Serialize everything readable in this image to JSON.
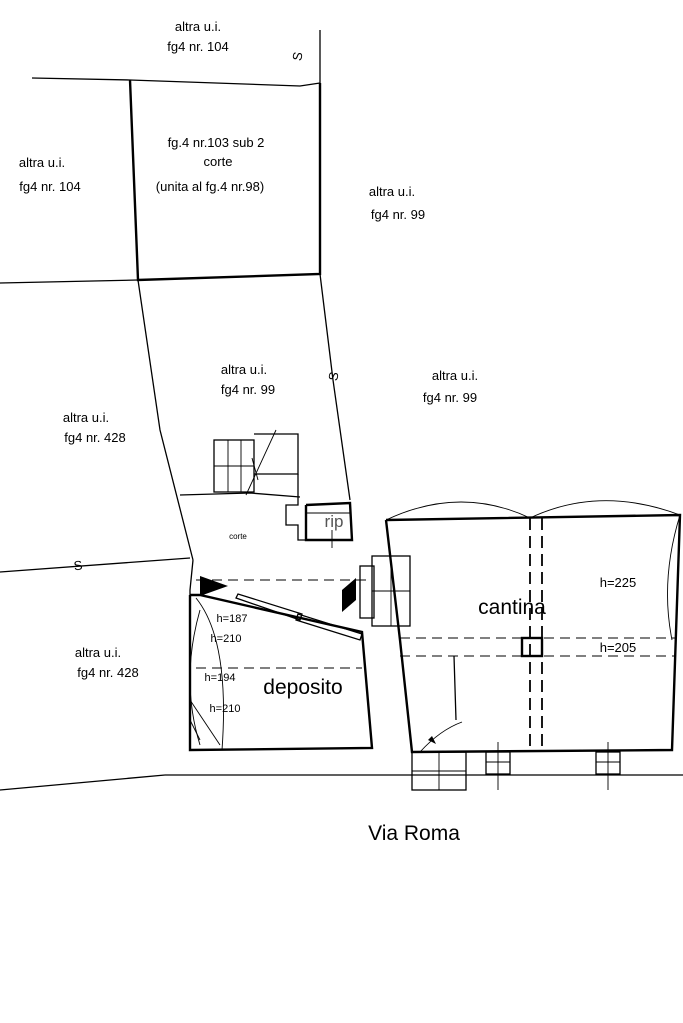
{
  "parcels": {
    "top": {
      "line1": "altra u.i.",
      "line2": "fg4 nr. 104"
    },
    "left_top": {
      "line1": "altra u.i.",
      "line2": "fg4 nr. 104"
    },
    "corte_103": {
      "line1": "fg.4 nr.103 sub 2",
      "line2": "corte",
      "line3": "(unita al fg.4 nr.98)"
    },
    "right_top": {
      "line1": "altra u.i.",
      "line2": "fg4 nr. 99"
    },
    "center_99": {
      "line1": "altra u.i.",
      "line2": "fg4 nr. 99"
    },
    "right_mid": {
      "line1": "altra u.i.",
      "line2": "fg4 nr. 99"
    },
    "left_mid": {
      "line1": "altra u.i.",
      "line2": "fg4 nr. 428"
    },
    "left_bottom": {
      "line1": "altra u.i.",
      "line2": "fg4 nr. 428"
    }
  },
  "rooms": {
    "corte": "corte",
    "rip": "rip",
    "cantina": "cantina",
    "deposito": "deposito"
  },
  "heights": {
    "h187": "h=187",
    "h210a": "h=210",
    "h194": "h=194",
    "h210b": "h=210",
    "h225": "h=225",
    "h205": "h=205"
  },
  "section_marks": {
    "s_left": "S",
    "s_top": "S",
    "s_mid": "S"
  },
  "street": "Via Roma"
}
